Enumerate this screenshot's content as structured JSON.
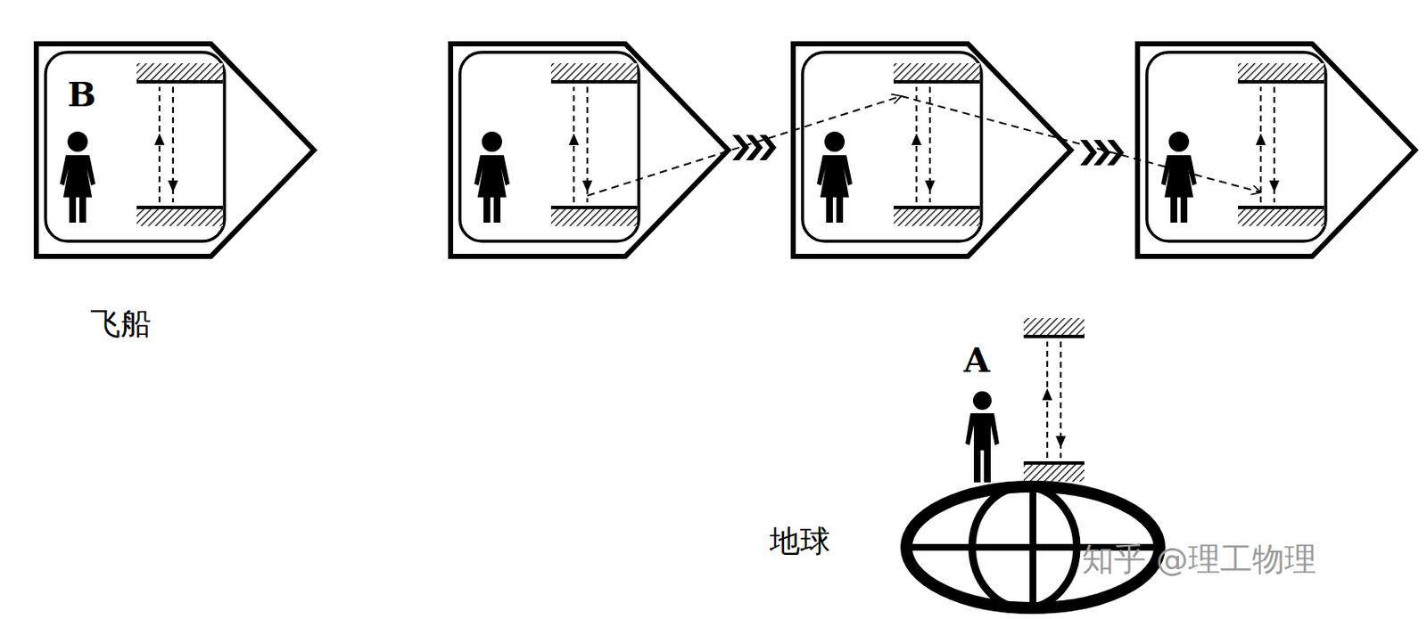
{
  "diagram": {
    "nodes": [
      {
        "text": [
          "B",
          "飞船"
        ]
      }
    ],
    "labels": [
      "A",
      "地球",
      "知乎 @理工物理"
    ]
  }
}
